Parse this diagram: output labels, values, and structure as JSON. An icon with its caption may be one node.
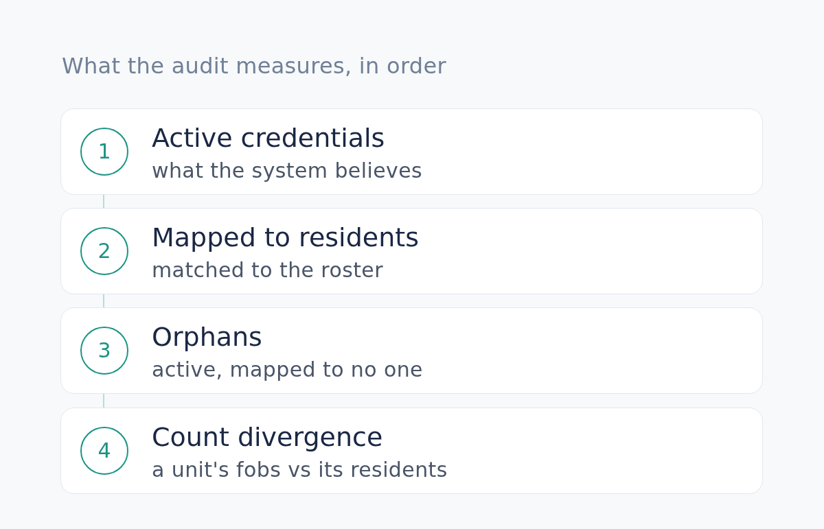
{
  "diagram": {
    "title": "What the audit measures, in order",
    "nodes": [
      {
        "text": [
          "Active credentials",
          "what the system believes"
        ]
      },
      {
        "text": [
          "1"
        ],
        "in": 0
      },
      {
        "text": [
          "Mapped to residents",
          "matched to the roster"
        ]
      },
      {
        "text": [
          "2"
        ],
        "in": 2
      },
      {
        "text": [
          "Orphans",
          "active, mapped to no one"
        ]
      },
      {
        "text": [
          "3"
        ],
        "in": 4
      },
      {
        "text": [
          "Count divergence",
          "a unit's fobs vs its residents"
        ]
      },
      {
        "text": [
          "4"
        ],
        "in": 6
      }
    ],
    "edges": [
      {
        "from": 0,
        "to": 2,
        "arrow": "none"
      },
      {
        "from": 2,
        "to": 4,
        "arrow": "none"
      },
      {
        "from": 4,
        "to": 6,
        "arrow": "none"
      }
    ]
  }
}
